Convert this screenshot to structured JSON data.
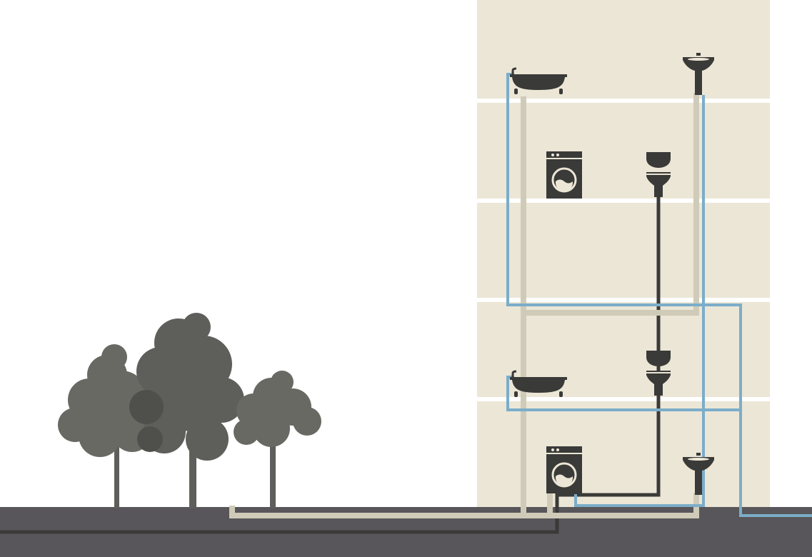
{
  "colors": {
    "background": "#ffffff",
    "building": "#ece6d6",
    "floor_divider": "#ffffff",
    "ground": "#58565a",
    "tree_dark": "#5e5f5a",
    "tree_mid": "#686963",
    "tree_shadow": "#4f504c",
    "fixture": "#3a3a38",
    "fixture_light": "#ece6d6",
    "pipe_supply": "#7badc9",
    "pipe_grey_water": "#cfcbb8",
    "pipe_sewer": "#3a3a38"
  },
  "building": {
    "floors": 5
  },
  "fixtures": [
    {
      "name": "bathtub-icon",
      "floor": 5
    },
    {
      "name": "sink-icon",
      "floor": 5
    },
    {
      "name": "washing-machine-icon",
      "floor": 4
    },
    {
      "name": "toilet-icon",
      "floor": 4
    },
    {
      "name": "bathtub-icon",
      "floor": 2
    },
    {
      "name": "toilet-icon",
      "floor": 2
    },
    {
      "name": "washing-machine-icon",
      "floor": 1
    },
    {
      "name": "sink-icon",
      "floor": 1
    }
  ],
  "pipes": [
    {
      "name": "supply-pipe",
      "kind": "water supply"
    },
    {
      "name": "grey-water-pipe",
      "kind": "grey water"
    },
    {
      "name": "sewer-pipe",
      "kind": "black water"
    }
  ],
  "trees": [
    {
      "name": "tree-left"
    },
    {
      "name": "tree-center"
    },
    {
      "name": "tree-right"
    }
  ]
}
